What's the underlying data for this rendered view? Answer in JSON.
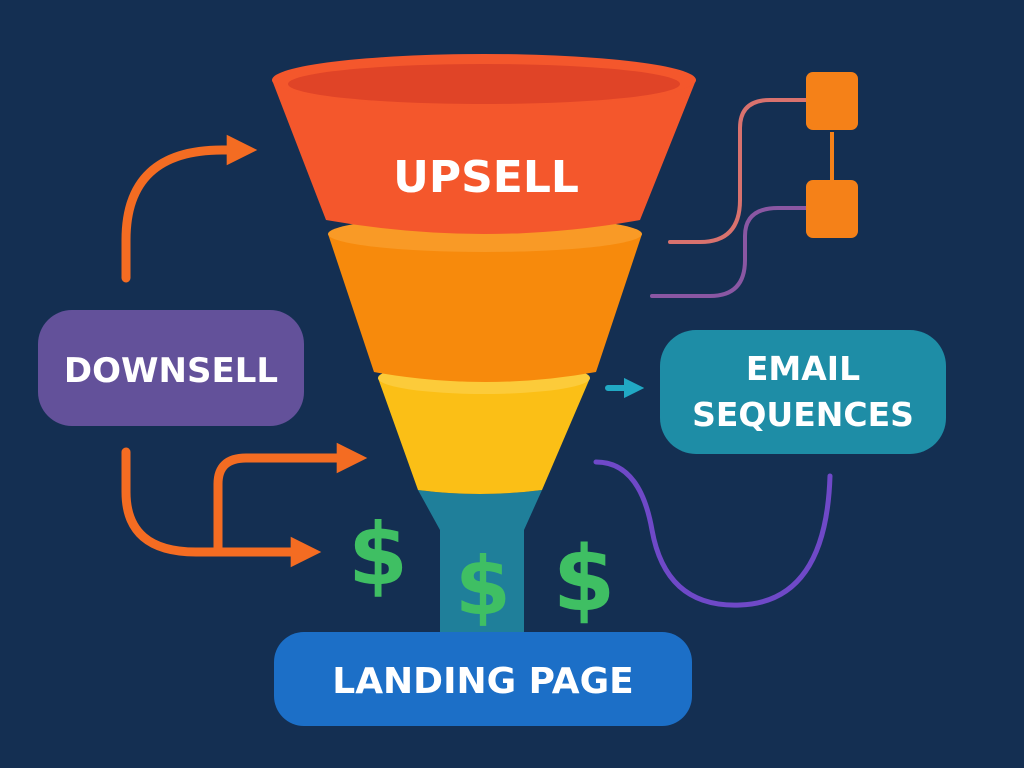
{
  "funnel": {
    "top_label": "UPSELL"
  },
  "labels": {
    "downsell": "DOWNSELL",
    "email_line1": "EMAIL",
    "email_line2": "SEQUENCES",
    "landing_page": "LANDING PAGE"
  },
  "currency_symbol": "$",
  "colors": {
    "background": "#142f52",
    "funnel_top": "#f4572c",
    "funnel_top_rim": "#e04427",
    "funnel_middle": "#f78a0c",
    "funnel_lower": "#fbbf16",
    "funnel_spout": "#1f7f9a",
    "downsell_box": "#63519a",
    "email_box": "#1e8da6",
    "landing_box": "#1c6fc7",
    "arrows_orange": "#f46c22",
    "dollar_green": "#3fbf63",
    "connector_orange": "#f58118",
    "connector_pink": "#d9726e",
    "connector_purple": "#8a57a3",
    "email_arrow": "#21a9c4",
    "purple_curve": "#6f49c8"
  }
}
